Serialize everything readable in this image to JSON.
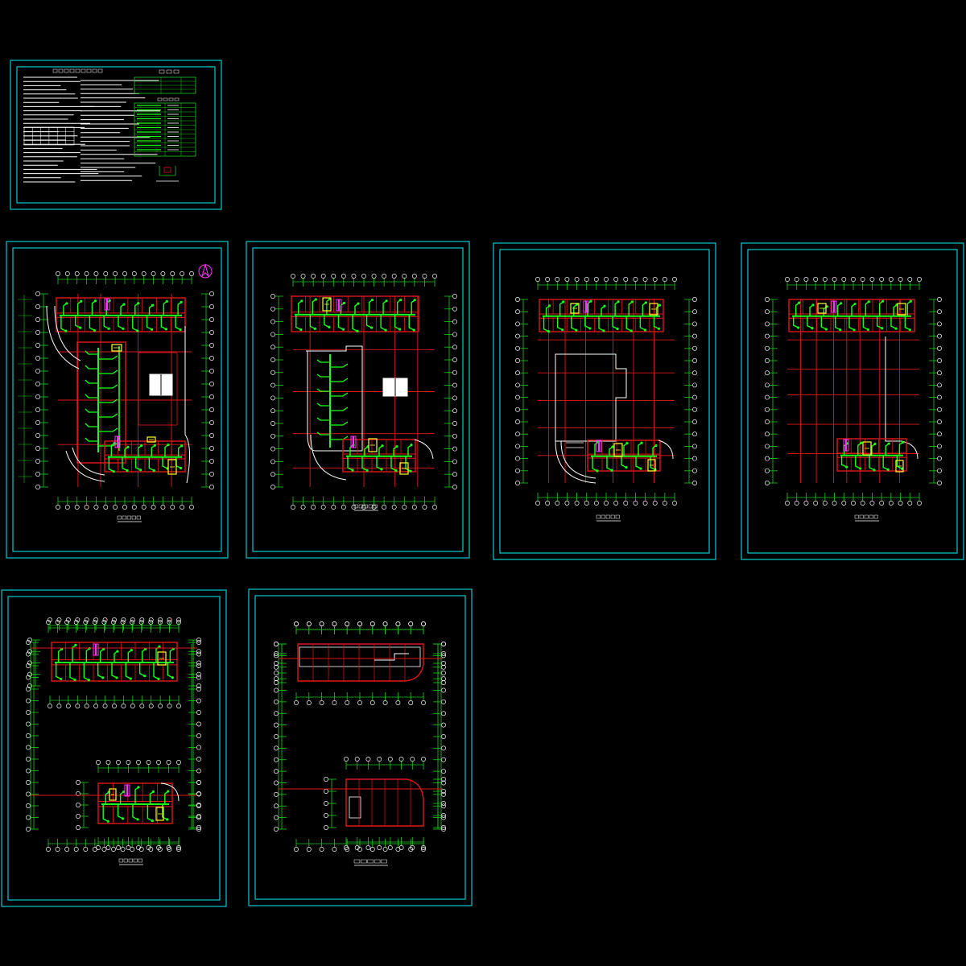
{
  "colors": {
    "background": "#000000",
    "frame": "#00cccc",
    "wall": "#e01818",
    "pipe": "#19ff19",
    "axis": "#19cc19",
    "fixture": "#ffff33",
    "riser": "#ff33ff",
    "white": "#ffffff"
  },
  "sheets": [
    {
      "id": "notes",
      "kind": "notes"
    },
    {
      "id": "floor-1",
      "kind": "plan"
    },
    {
      "id": "floor-2",
      "kind": "plan"
    },
    {
      "id": "floor-3",
      "kind": "plan"
    },
    {
      "id": "floor-4",
      "kind": "plan"
    },
    {
      "id": "floor-5",
      "kind": "plan"
    },
    {
      "id": "roof",
      "kind": "plan"
    }
  ]
}
